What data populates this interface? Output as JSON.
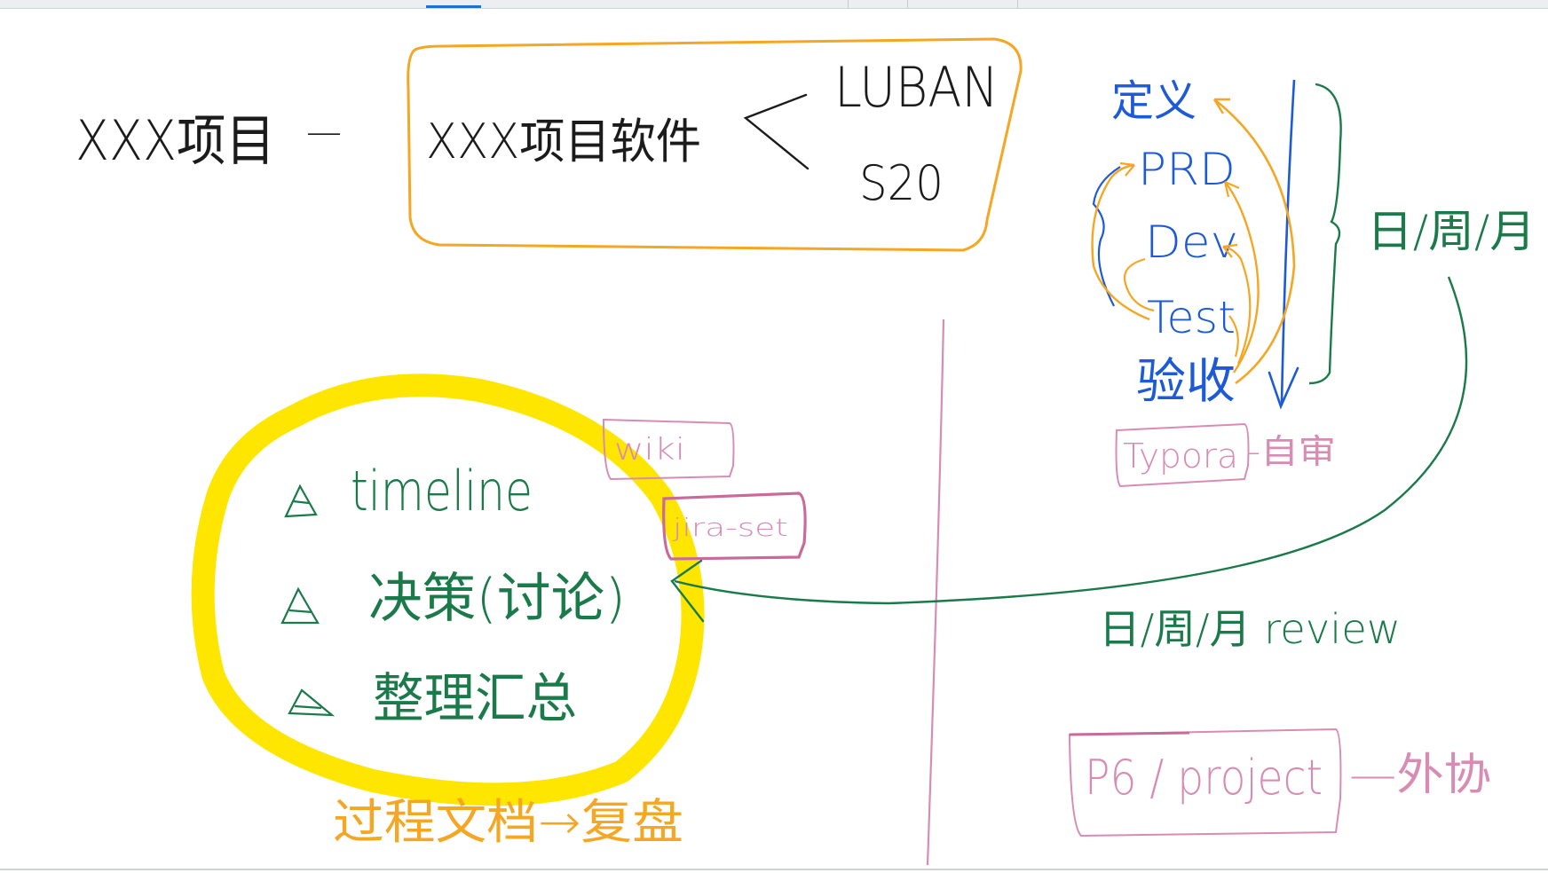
{
  "top_row": {
    "project": "XXX项目",
    "dash": "—",
    "project_software": "XXX项目软件",
    "option_1": "LUBAN",
    "option_2": "S20"
  },
  "flow": {
    "steps": [
      "定义",
      "PRD",
      "Dev",
      "Test",
      "验收"
    ],
    "cadence": "日/周/月",
    "tool": "Typora",
    "tool_note": "-自审"
  },
  "circle": {
    "items": [
      "timeline",
      "决策(讨论)",
      "整理汇总"
    ],
    "footer": "过程文档→复盘"
  },
  "tags": {
    "wiki": "wiki",
    "jira": "jira-set"
  },
  "review": {
    "label": "日/周/月 review"
  },
  "external": {
    "box": "P6 / project",
    "note": "—外协"
  },
  "colors": {
    "ink": "#1b1b1b",
    "orange": "#f5a623",
    "blue": "#1d5ad8",
    "green": "#1a7a4a",
    "pink": "#d98cb3",
    "yellow": "#ffe600"
  }
}
